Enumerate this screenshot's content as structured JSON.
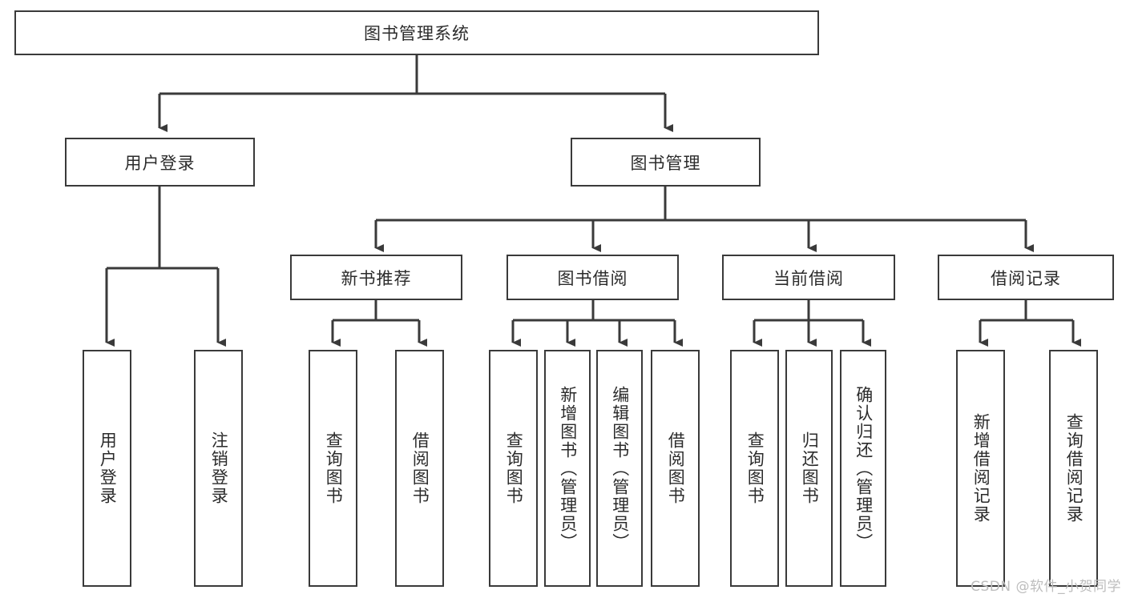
{
  "diagram": {
    "type": "tree-hierarchy-chart",
    "title": "图书管理系统",
    "watermark": "CSDN @软件_小贺同学",
    "colors": {
      "box_border": "#3a3a3a",
      "connector": "#3a3a3a",
      "background": "#ffffff",
      "text": "#2b2b2b",
      "watermark": "#bdbdbd"
    },
    "root": {
      "label": "图书管理系统"
    },
    "level2": [
      {
        "label": "用户登录"
      },
      {
        "label": "图书管理"
      }
    ],
    "level3": [
      {
        "label": "新书推荐"
      },
      {
        "label": "图书借阅"
      },
      {
        "label": "当前借阅"
      },
      {
        "label": "借阅记录"
      }
    ],
    "leaves": {
      "user_login": [
        {
          "label": "用户登录"
        },
        {
          "label": "注销登录"
        }
      ],
      "new_book_recommend": [
        {
          "label": "查询图书"
        },
        {
          "label": "借阅图书"
        }
      ],
      "book_borrow": [
        {
          "label": "查询图书"
        },
        {
          "label": "新增图书（管理员）"
        },
        {
          "label": "编辑图书（管理员）"
        },
        {
          "label": "借阅图书"
        }
      ],
      "current_borrow": [
        {
          "label": "查询图书"
        },
        {
          "label": "归还图书"
        },
        {
          "label": "确认归还（管理员）"
        }
      ],
      "borrow_record": [
        {
          "label": "新增借阅记录"
        },
        {
          "label": "查询借阅记录"
        }
      ]
    }
  }
}
